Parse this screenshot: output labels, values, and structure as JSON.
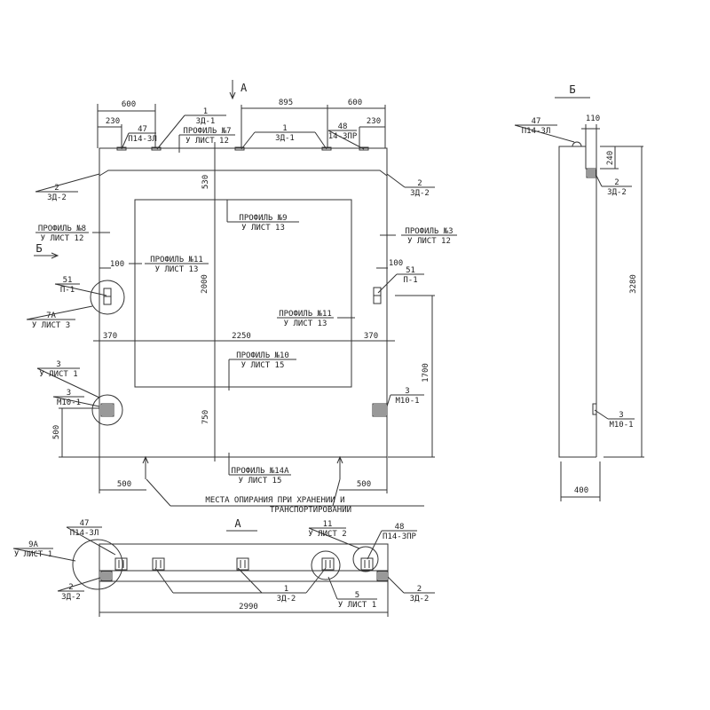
{
  "main_view": {
    "section_a": "А",
    "section_b": "Б",
    "dims": {
      "top_left_600": "600",
      "top_left_230": "230",
      "top_895": "895",
      "top_right_600": "600",
      "top_right_230": "230",
      "d530": "530",
      "d2000": "2000",
      "d750": "750",
      "left_100": "100",
      "right_100": "100",
      "d370_left": "370",
      "d2250": "2250",
      "d370_right": "370",
      "d1700": "1700",
      "left_500": "500",
      "bottom_500_left": "500",
      "bottom_500_right": "500"
    },
    "callouts": {
      "p47": {
        "num": "47",
        "den": "П14-3Л"
      },
      "zd1_left": {
        "num": "1",
        "den": "ЗД-1"
      },
      "profile7": {
        "num": "ПРОФИЛЬ №7",
        "den": "У ЛИСТ 12"
      },
      "zd1_mid": {
        "num": "1",
        "den": "ЗД-1"
      },
      "p48": {
        "num": "48",
        "den": "14-3ПР"
      },
      "zd2_left": {
        "num": "2",
        "den": "ЗД-2"
      },
      "zd2_right": {
        "num": "2",
        "den": "ЗД-2"
      },
      "profile9": {
        "num": "ПРОФИЛЬ №9",
        "den": "У ЛИСТ 13"
      },
      "profile8": {
        "num": "ПРОФИЛЬ №8",
        "den": "У ЛИСТ 12"
      },
      "profile3": {
        "num": "ПРОФИЛЬ №3",
        "den": "У ЛИСТ 12"
      },
      "profile11_left": {
        "num": "ПРОФИЛЬ №11",
        "den": "У ЛИСТ 13"
      },
      "p51_left": {
        "num": "51",
        "den": "П-1"
      },
      "p51_right": {
        "num": "51",
        "den": "П-1"
      },
      "node7a": {
        "num": "7А",
        "den": "У ЛИСТ 3"
      },
      "profile11_right": {
        "num": "ПРОФИЛЬ №11",
        "den": "У ЛИСТ 13"
      },
      "profile10": {
        "num": "ПРОФИЛЬ №10",
        "den": "У ЛИСТ 15"
      },
      "node3": {
        "num": "3",
        "den": "У ЛИСТ 1"
      },
      "m10_left": {
        "num": "3",
        "den": "М10-1"
      },
      "m10_right": {
        "num": "3",
        "den": "М10-1"
      },
      "profile14a": {
        "num": "ПРОФИЛЬ №14А",
        "den": "У ЛИСТ 15"
      }
    },
    "support_note": [
      "МЕСТА ОПИРАНИЯ ПРИ ХРАНЕНИИ И",
      "ТРАНСПОРТИРОВАНИИ"
    ]
  },
  "view_a": {
    "title": "А",
    "length": "2990",
    "callouts": {
      "p47": {
        "num": "47",
        "den": "П14-3Л"
      },
      "node9a": {
        "num": "9А",
        "den": "У ЛИСТ 1"
      },
      "node11": {
        "num": "11",
        "den": "У ЛИСТ 2"
      },
      "p48": {
        "num": "48",
        "den": "П14-3ПР"
      },
      "zd2_left": {
        "num": "2",
        "den": "ЗД-2"
      },
      "zd1": {
        "num": "1",
        "den": "ЗД-2"
      },
      "node5": {
        "num": "5",
        "den": "У ЛИСТ 1"
      },
      "zd2_right": {
        "num": "2",
        "den": "ЗД-2"
      }
    }
  },
  "view_b": {
    "title": "Б",
    "d110": "110",
    "d240": "240",
    "d3280": "3280",
    "d400": "400",
    "callouts": {
      "p47": {
        "num": "47",
        "den": "П14-3Л"
      },
      "zd2": {
        "num": "2",
        "den": "ЗД-2"
      },
      "m10": {
        "num": "3",
        "den": "М10-1"
      }
    }
  }
}
